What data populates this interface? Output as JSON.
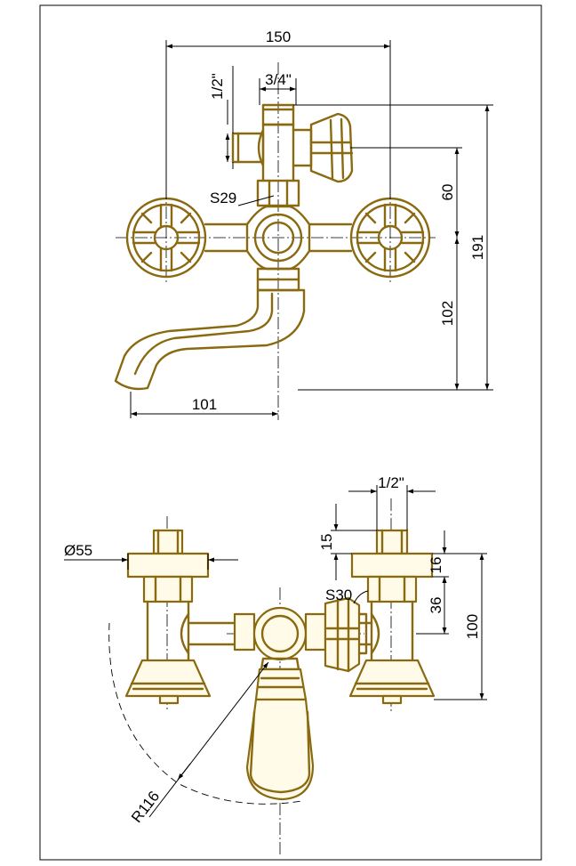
{
  "colors": {
    "line": "#8a6a10",
    "dimension": "#000000",
    "background": "#ffffff"
  },
  "top_view": {
    "width_overall": "150",
    "inlet_thread": "1/2\"",
    "outlet_thread": "3/4\"",
    "nut_size": "S29",
    "height_upper": "60",
    "height_total": "191",
    "height_lower": "102",
    "spout_reach": "101"
  },
  "front_view": {
    "handle_diameter": "Ø55",
    "thread_height": "15",
    "inlet_thread": "1/2\"",
    "nut_size": "S30",
    "flange_thickness": "16",
    "body_offset": "36",
    "height_total": "100",
    "spout_radius": "R116"
  }
}
